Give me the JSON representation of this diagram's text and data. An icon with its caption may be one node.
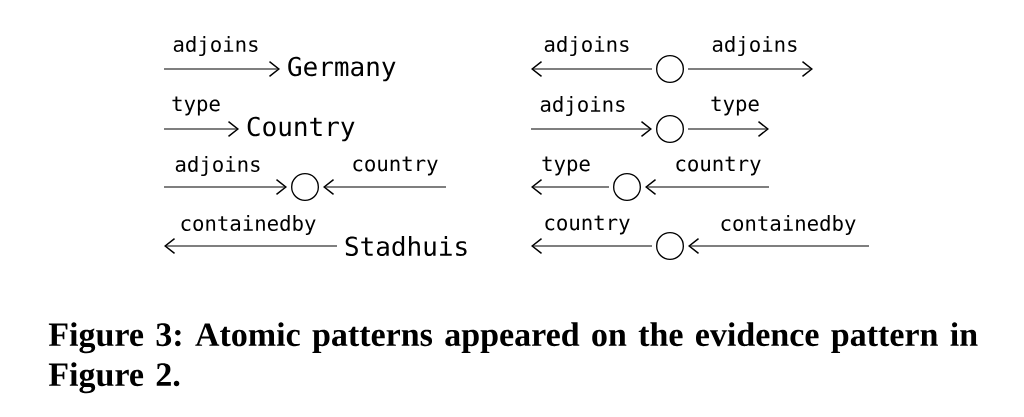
{
  "diagram": {
    "caption": "Figure 3: Atomic patterns appeared on the evidence pattern in Figure 2.",
    "nodes": [
      {
        "text": [
          "Germany"
        ]
      },
      {
        "text": [
          "Country"
        ]
      },
      {
        "text": [],
        "shape": "circle"
      },
      {
        "text": [
          "Stadhuis"
        ]
      },
      {
        "text": [],
        "shape": "circle"
      },
      {
        "text": [],
        "shape": "circle"
      },
      {
        "text": [],
        "shape": "circle"
      },
      {
        "text": [],
        "shape": "circle"
      }
    ],
    "edges": [
      {
        "from": null,
        "to": 0,
        "arrow": "to",
        "label": "adjoins"
      },
      {
        "from": null,
        "to": 1,
        "arrow": "to",
        "label": "type"
      },
      {
        "from": null,
        "to": 2,
        "arrow": "to",
        "label": "adjoins"
      },
      {
        "from": null,
        "to": 2,
        "arrow": "to",
        "label": "country"
      },
      {
        "from": 3,
        "to": null,
        "arrow": "to",
        "label": "containedby"
      },
      {
        "from": 4,
        "to": null,
        "arrow": "to",
        "label": "adjoins"
      },
      {
        "from": 4,
        "to": null,
        "arrow": "to",
        "label": "adjoins"
      },
      {
        "from": null,
        "to": 5,
        "arrow": "to",
        "label": "adjoins"
      },
      {
        "from": 5,
        "to": null,
        "arrow": "to",
        "label": "type"
      },
      {
        "from": 6,
        "to": null,
        "arrow": "to",
        "label": "type"
      },
      {
        "from": null,
        "to": 6,
        "arrow": "to",
        "label": "country"
      },
      {
        "from": 7,
        "to": null,
        "arrow": "to",
        "label": "country"
      },
      {
        "from": null,
        "to": 7,
        "arrow": "to",
        "label": "containedby"
      }
    ]
  }
}
